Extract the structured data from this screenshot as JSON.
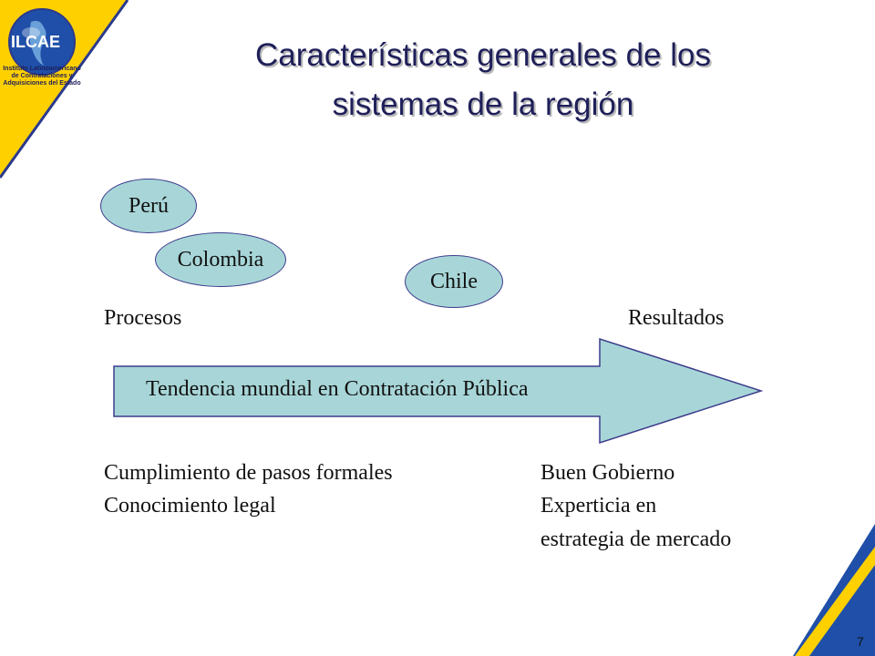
{
  "colors": {
    "corner_gold": "#ffd000",
    "corner_blue": "#1f4fa8",
    "ellipse_fill": "#a8d6d8",
    "ellipse_border": "#3c3c8c",
    "title": "#1f1f5a"
  },
  "logo": {
    "name": "ILCAE",
    "subtitle": "Instituto Latinoamericano de Contrataciones y Adquisiciones del Estado",
    "icon": "globe-icon"
  },
  "title": {
    "line1": "Características generales de los",
    "line2": "sistemas de la región"
  },
  "countries": {
    "peru": "Perú",
    "colombia": "Colombia",
    "chile": "Chile"
  },
  "axis": {
    "left_label": "Procesos",
    "right_label": "Resultados",
    "arrow_text": "Tendencia mundial en Contratación Pública"
  },
  "procesos_items": [
    "Cumplimiento de pasos formales",
    "Conocimiento legal"
  ],
  "resultados_items": [
    "Buen Gobierno",
    "Experticia en",
    "estrategia de mercado"
  ],
  "page_number": "7"
}
